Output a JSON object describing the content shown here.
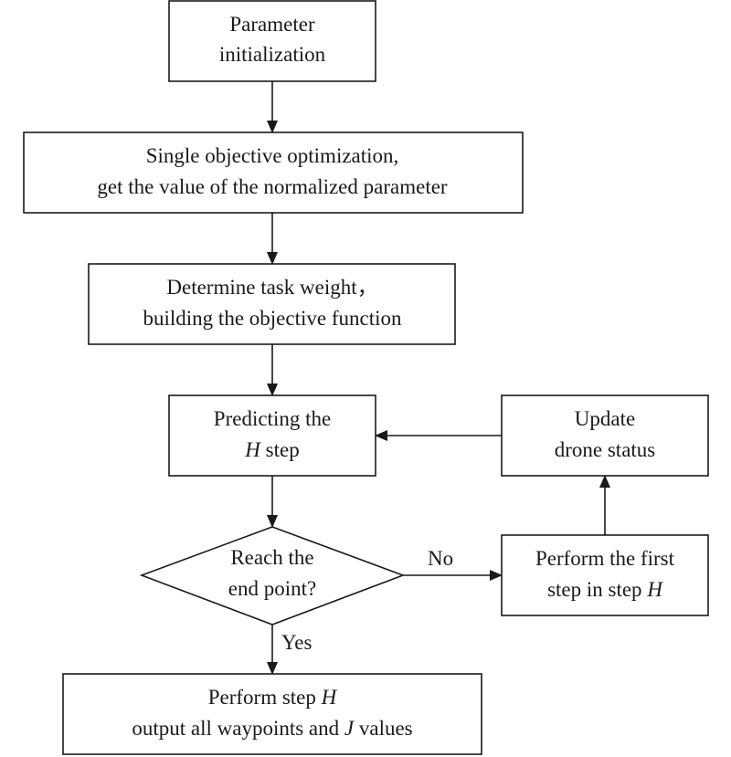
{
  "nodes": {
    "param_init": {
      "line1": "Parameter",
      "line2": "initialization"
    },
    "single_obj": {
      "line1": "Single objective optimization,",
      "line2": "get the value of the normalized parameter"
    },
    "task_weight": {
      "line1": "Determine task weight，",
      "line2": "building the objective function"
    },
    "predicting": {
      "line1": "Predicting the",
      "line2_var": "H",
      "line2_rest": " step"
    },
    "update": {
      "line1": "Update",
      "line2": "drone status"
    },
    "decision": {
      "line1": "Reach the",
      "line2": "end point?"
    },
    "perform_first": {
      "line1": "Perform the first",
      "line2_pre": "step in step ",
      "line2_var": "H"
    },
    "perform_step": {
      "line1_pre": "Perform step ",
      "line1_var": "H",
      "line2_pre": "output all waypoints and ",
      "line2_var": "J",
      "line2_post": " values"
    }
  },
  "edges": {
    "no_label": "No",
    "yes_label": "Yes"
  },
  "colors": {
    "stroke": "#1a1a1a",
    "fill": "#ffffff",
    "text": "#1a1a1a"
  }
}
